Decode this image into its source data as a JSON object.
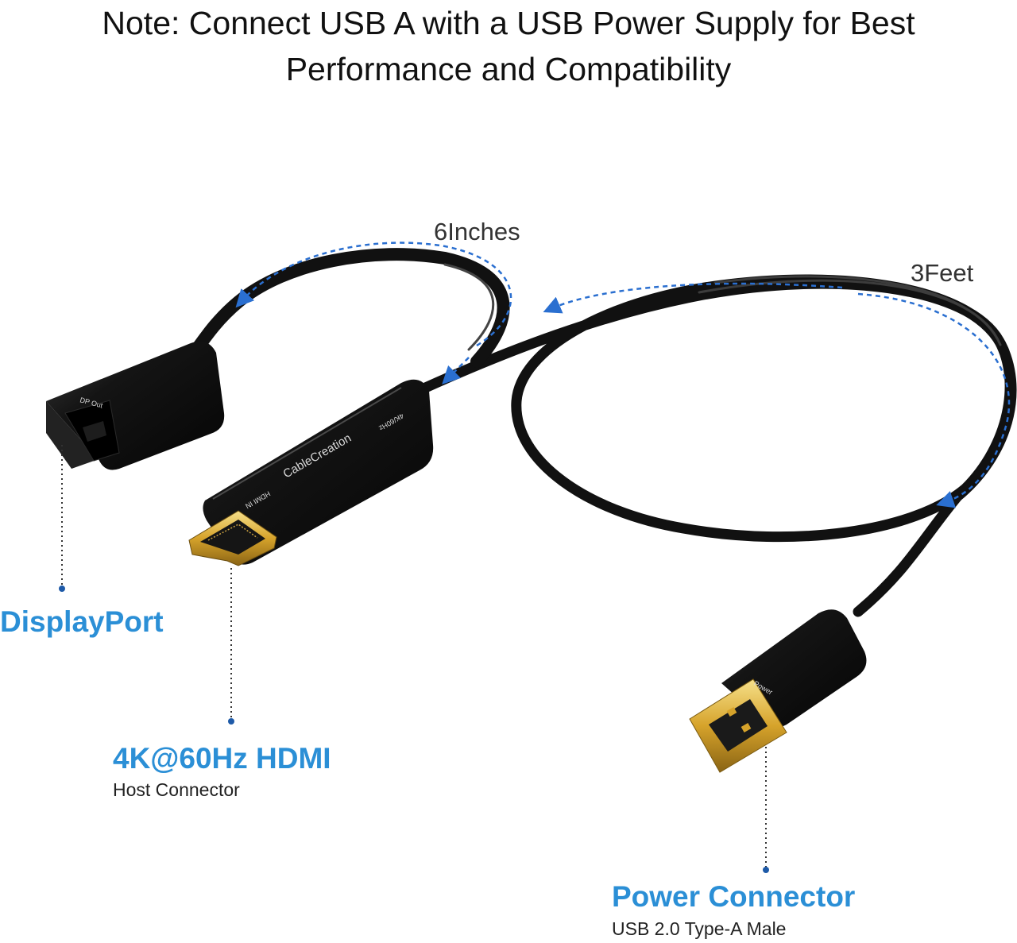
{
  "note": {
    "line1": "Note: Connect USB A with a USB Power Supply for Best",
    "line2": "Performance and Compatibility"
  },
  "measurements": {
    "short_cable": "6Inches",
    "long_cable": "3Feet"
  },
  "product": {
    "brand": "CableCreation",
    "hdmi_port_label": "HDMI IN",
    "resolution_label": "4K/60Hz",
    "dp_port_label": "DP Out",
    "usb_label": "Power"
  },
  "callouts": {
    "displayport": {
      "title": "DisplayPort"
    },
    "hdmi": {
      "title": "4K@60Hz HDMI",
      "subtitle": "Host Connector"
    },
    "power": {
      "title": "Power Connector",
      "subtitle": "USB 2.0 Type-A Male"
    }
  },
  "colors": {
    "accent": "#2b8fd6",
    "cable": "#111111",
    "gold": "#d6a32b",
    "dashed_arrow": "#2a6fd0"
  },
  "icons": [
    "arrow-icon",
    "callout-dot-icon"
  ]
}
